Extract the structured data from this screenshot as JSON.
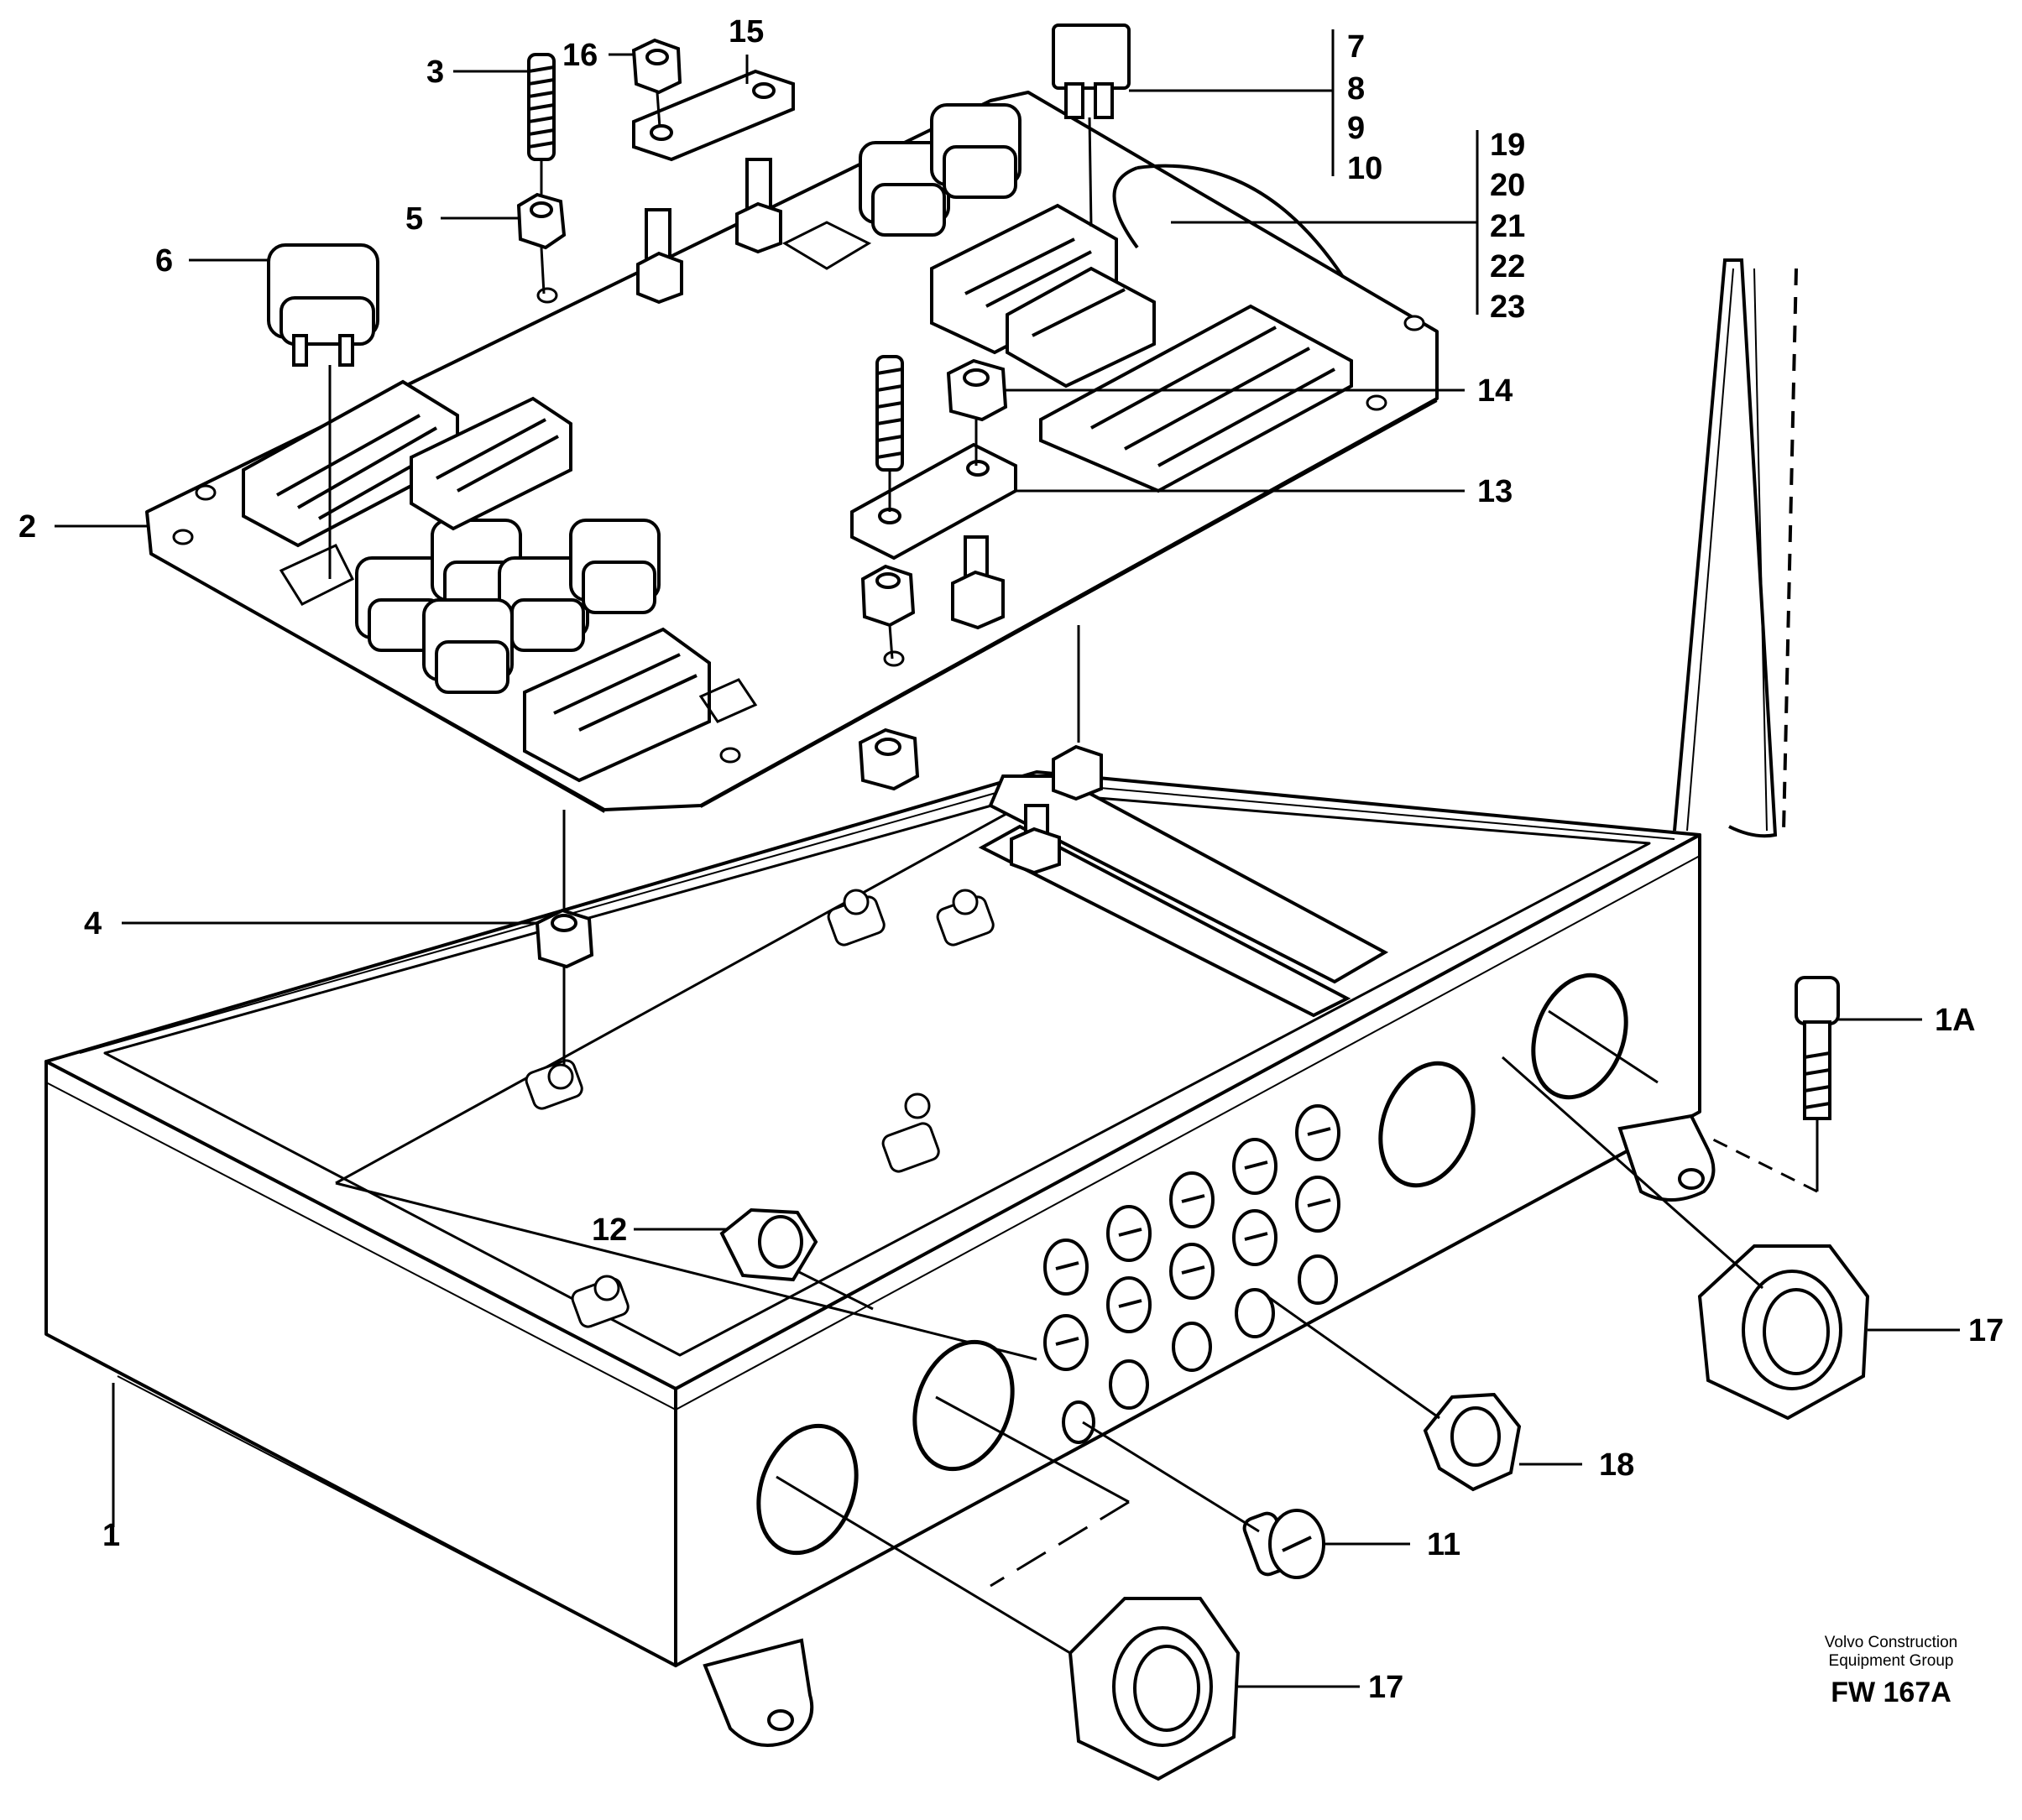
{
  "callouts": {
    "c1": "1",
    "c1a": "1A",
    "c2": "2",
    "c3": "3",
    "c4": "4",
    "c5": "5",
    "c6": "6",
    "c7": "7",
    "c8": "8",
    "c9": "9",
    "c10": "10",
    "c11": "11",
    "c12": "12",
    "c13": "13",
    "c14": "14",
    "c15": "15",
    "c16": "16",
    "c17a": "17",
    "c17b": "17",
    "c18": "18",
    "c19": "19",
    "c20": "20",
    "c21": "21",
    "c22": "22",
    "c23": "23"
  },
  "credit": {
    "line1": "Volvo Construction",
    "line2": "Equipment Group",
    "code": "FW 167A"
  }
}
